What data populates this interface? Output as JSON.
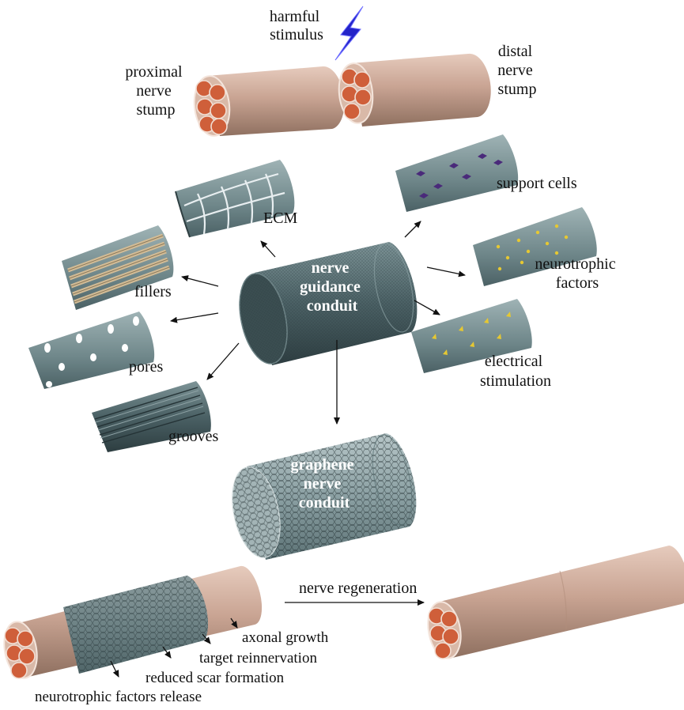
{
  "labels": {
    "harmful_stimulus": [
      "harmful",
      "stimulus"
    ],
    "proximal": [
      "proximal",
      "nerve",
      "stump"
    ],
    "distal": [
      "distal",
      "nerve",
      "stump"
    ],
    "ecm": "ECM",
    "fillers": "fillers",
    "pores": "pores",
    "grooves": "grooves",
    "support_cells": "support cells",
    "neurotrophic_factors": [
      "neurotrophic",
      "factors"
    ],
    "electrical_stimulation": [
      "electrical",
      "stimulation"
    ],
    "ngc": [
      "nerve",
      "guidance",
      "conduit"
    ],
    "graphene": [
      "graphene",
      "nerve",
      "conduit"
    ],
    "nerve_regeneration": "nerve regeneration",
    "axonal_growth": "axonal growth",
    "target_reinnervation": "target reinnervation",
    "reduced_scar": "reduced scar formation",
    "nt_release": "neurotrophic factors release"
  },
  "colors": {
    "nerve": "#cfa896",
    "fascicle": "#d0603a",
    "conduit": "#4d6468",
    "graphene": "#8ea2a5",
    "lightning": "#2323c8",
    "support_cell": "#4a2a7a",
    "factor": "#e6c832"
  }
}
